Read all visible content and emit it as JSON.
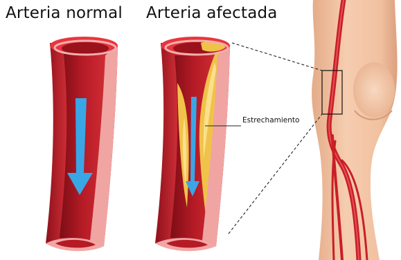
{
  "labels": {
    "normal_artery": "Arteria normal",
    "affected_artery": "Arteria afectada",
    "narrowing": "Estrechamiento"
  },
  "colors": {
    "artery_outer": "#d42a33",
    "artery_dark": "#9e1520",
    "artery_wall": "#f2a0a0",
    "lumen": "#b81c26",
    "plaque": "#f1c24a",
    "plaque_light": "#fae08a",
    "flow_arrow": "#3aa6e6",
    "skin": "#f3c3a2",
    "skin_shadow": "#dd9f7c",
    "vessel": "#c91f26"
  }
}
